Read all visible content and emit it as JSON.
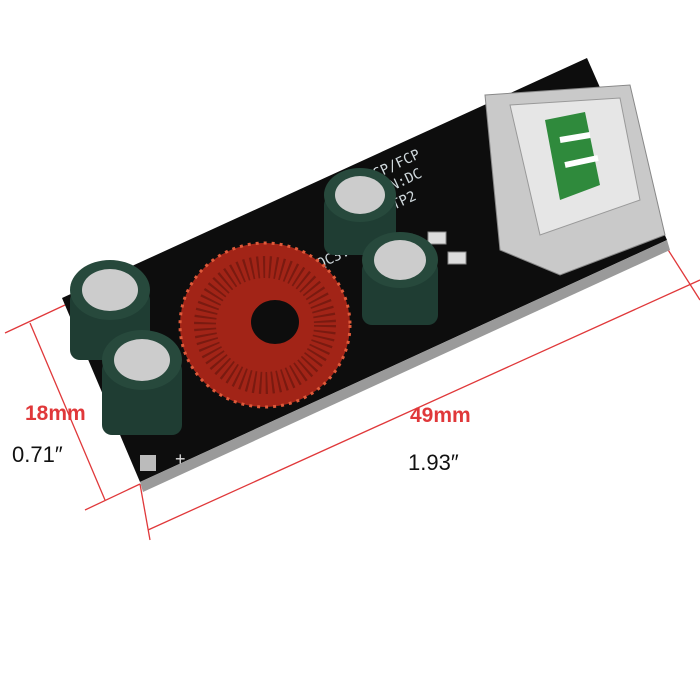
{
  "dimensions": {
    "width_mm": "18mm",
    "width_in": "0.71″",
    "length_mm": "49mm",
    "length_in": "1.93″"
  },
  "silkscreen": {
    "line1": "SCP/FCP",
    "line2": "VIN:DC",
    "line3": "CTP2",
    "line4": "QC3.0",
    "plus": "+"
  },
  "colors": {
    "dimension_line": "#e0383a",
    "board": "#0d0d0d",
    "inductor_wire": "#b8281a",
    "capacitor": "#1f3d33"
  }
}
